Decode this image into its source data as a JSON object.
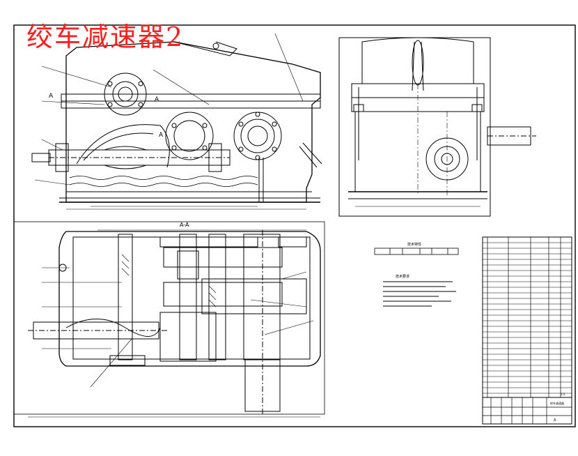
{
  "drawing": {
    "title": "绞车减速器2",
    "section_marker": "A",
    "section_label": "A-A",
    "param_table_title": "技术特性",
    "notes_title": "技术要求",
    "title_block_name": "绞车减速器",
    "title_block_code": "A",
    "title_block_scale": "1:5"
  },
  "colors": {
    "line": "#000000",
    "title": "#ff1e1e",
    "background": "#ffffff"
  }
}
